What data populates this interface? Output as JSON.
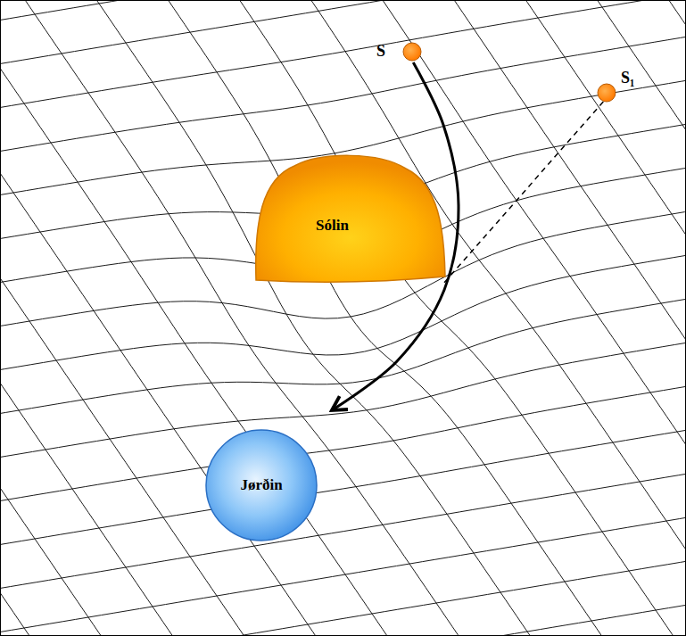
{
  "diagram": {
    "nodes": [
      {
        "text": [
          "S"
        ]
      },
      {
        "text": [
          "S₁"
        ]
      },
      {
        "text": [
          "Sólin"
        ]
      },
      {
        "text": [
          "Jørðin"
        ]
      }
    ],
    "edges": [
      {
        "from": 0,
        "to": 3,
        "arrow": "to"
      },
      {
        "from": 1,
        "to": 2,
        "arrow": "none"
      }
    ]
  }
}
